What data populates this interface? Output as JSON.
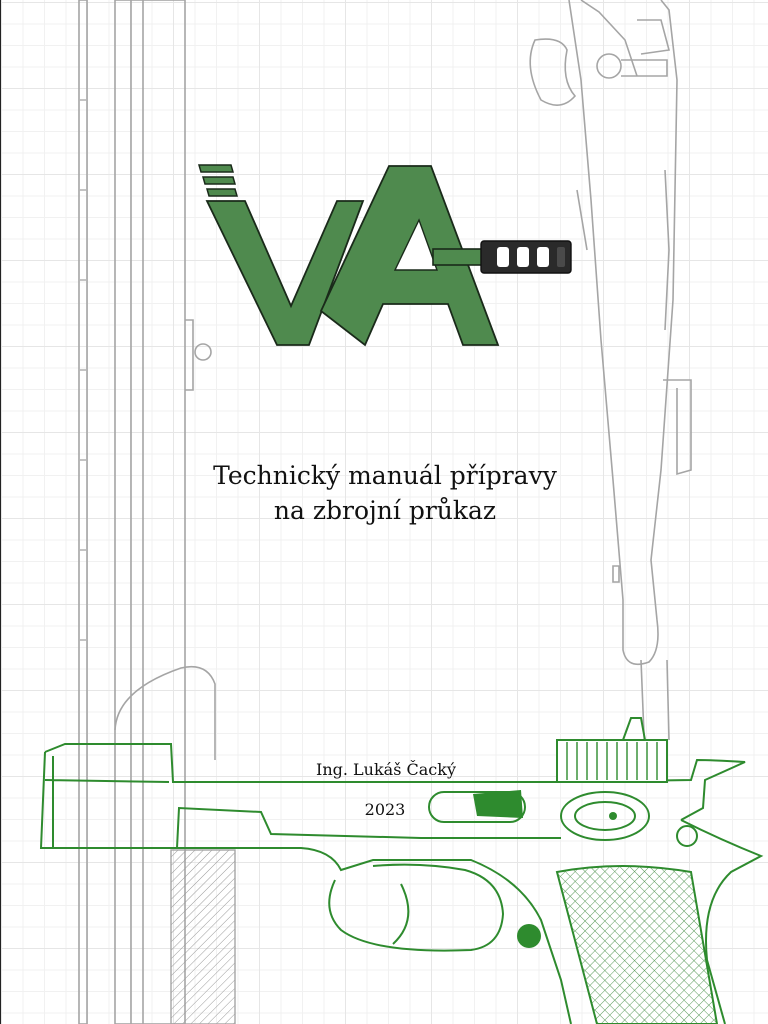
{
  "cover": {
    "title_line1": "Technický manuál přípravy",
    "title_line2": "na zbrojní průkaz",
    "author": "Ing. Lukáš Čacký",
    "year": "2023"
  },
  "colors": {
    "logo_green": "#4f8a4e",
    "pistol_outline": "#2e8b2e",
    "rifle_outline": "#9a9a9a",
    "text": "#111111"
  },
  "icons": {
    "logo": "va-logo-with-suppressor",
    "rifle": "bolt-action-rifle-outline",
    "pistol": "pistol-outline"
  }
}
